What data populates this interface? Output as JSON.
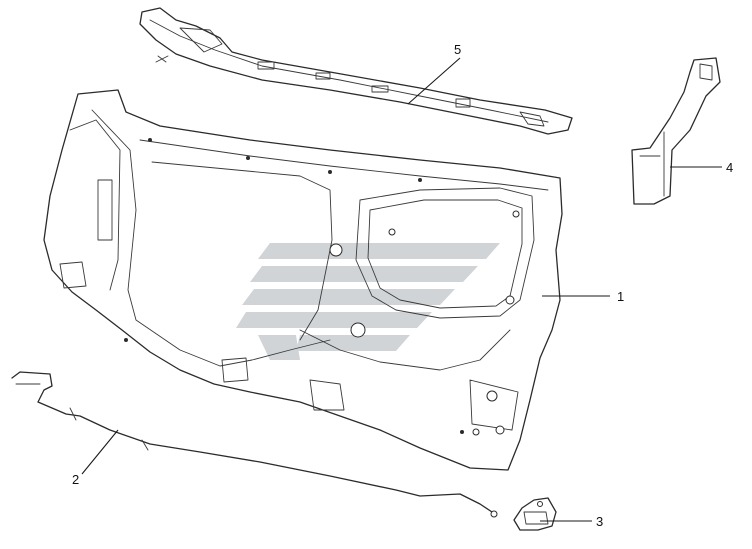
{
  "callouts": [
    {
      "id": "1",
      "label": "1"
    },
    {
      "id": "2",
      "label": "2"
    },
    {
      "id": "3",
      "label": "3"
    },
    {
      "id": "4",
      "label": "4"
    },
    {
      "id": "5",
      "label": "5"
    }
  ],
  "colors": {
    "line": "#2b2b2b",
    "watermark": "#c8cccd",
    "background": "#ffffff"
  }
}
